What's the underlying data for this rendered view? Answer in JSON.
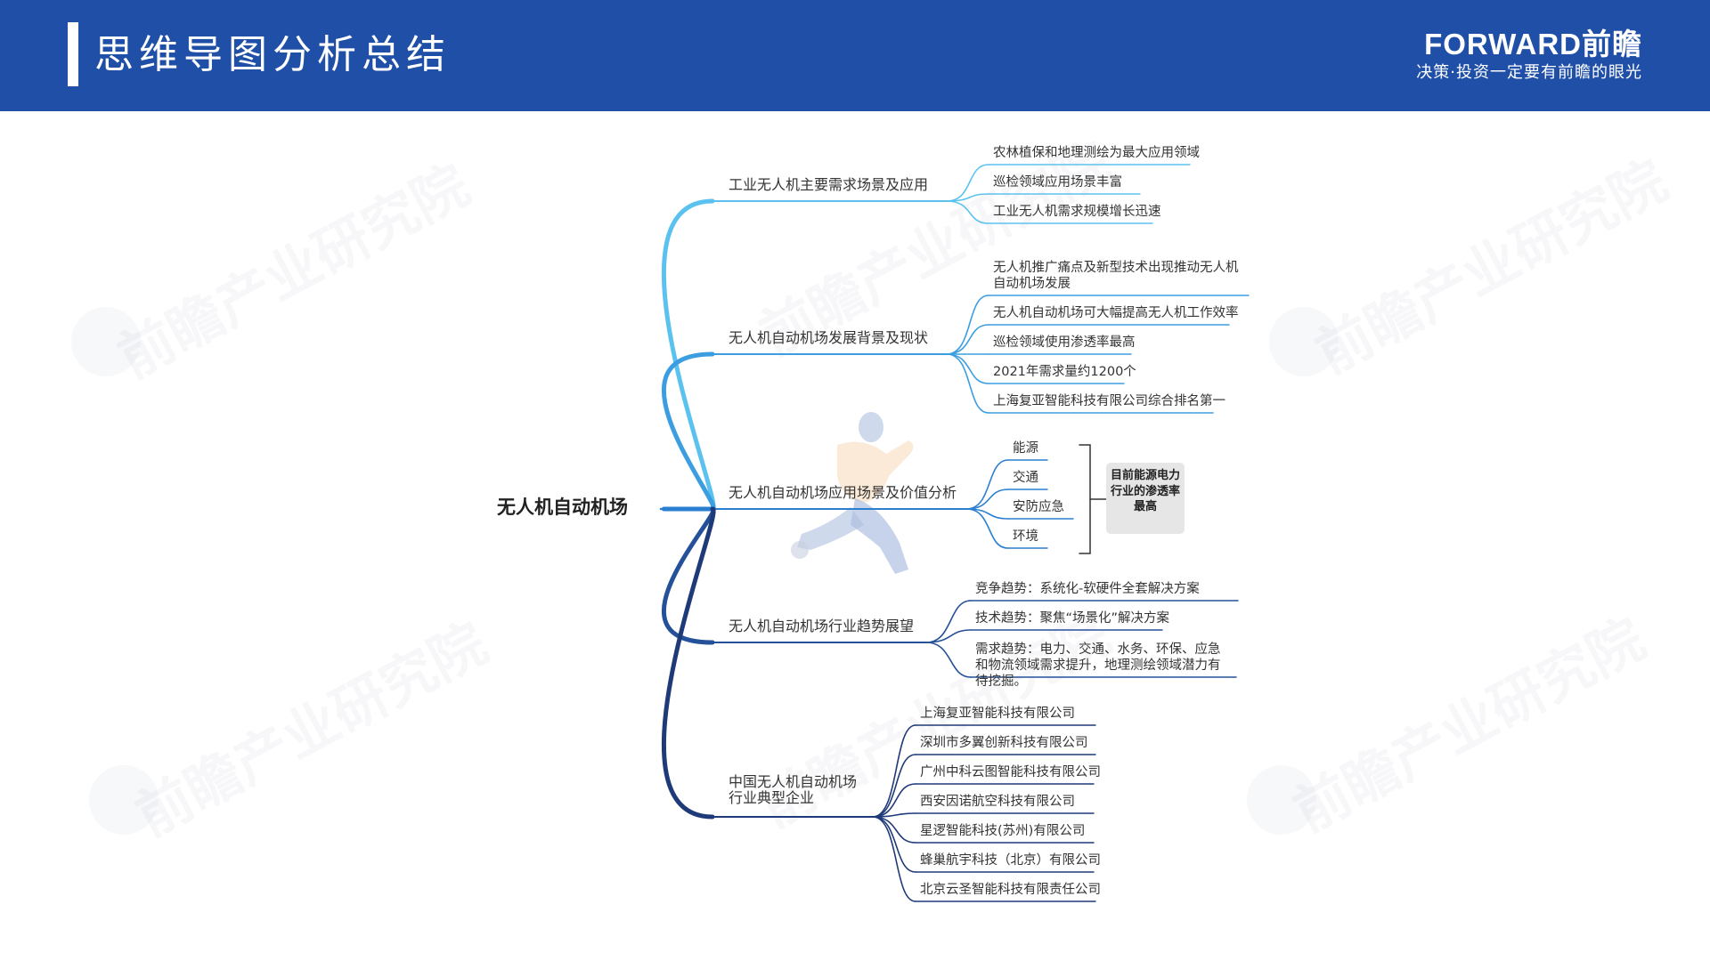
{
  "header": {
    "title": "思维导图分析总结",
    "brand_logo": "FORWARD前瞻",
    "brand_slogan": "决策·投资一定要有前瞻的眼光"
  },
  "watermark": {
    "text": "前瞻产业研究院"
  },
  "mindmap": {
    "root": "无人机自动机场",
    "branches": [
      {
        "label": "工业无人机主要需求场景及应用",
        "color": "#5bc2f0",
        "children": [
          "农林植保和地理测绘为最大应用领域",
          "巡检领域应用场景丰富",
          "工业无人机需求规模增长迅速"
        ]
      },
      {
        "label": "无人机自动机场发展背景及现状",
        "color": "#3c9ee0",
        "children": [
          "无人机推广痛点及新型技术出现推动无人机自动机场发展",
          "无人机自动机场可大幅提高无人机工作效率",
          "巡检领域使用渗透率最高",
          "2021年需求量约1200个",
          "上海复亚智能科技有限公司综合排名第一"
        ]
      },
      {
        "label": "无人机自动机场应用场景及价值分析",
        "color": "#2b7fd0",
        "children": [
          "能源",
          "交通",
          "安防应急",
          "环境"
        ],
        "summary": "目前能源电力行业的渗透率最高"
      },
      {
        "label": "无人机自动机场行业趋势展望",
        "color": "#25509a",
        "children": [
          "竞争趋势：系统化-软硬件全套解决方案",
          "技术趋势：聚焦“场景化”解决方案",
          "需求趋势：电力、交通、水务、环保、应急和物流领域需求提升，地理测绘领域潜力有待挖掘。"
        ]
      },
      {
        "label": "中国无人机自动机场行业典型企业",
        "color": "#1f3a78",
        "children": [
          "上海复亚智能科技有限公司",
          "深圳市多翼创新科技有限公司",
          "广州中科云图智能科技有限公司",
          "西安因诺航空科技有限公司",
          "星逻智能科技(苏州)有限公司",
          "蜂巢航宇科技（北京）有限公司",
          "北京云圣智能科技有限责任公司"
        ]
      }
    ]
  }
}
